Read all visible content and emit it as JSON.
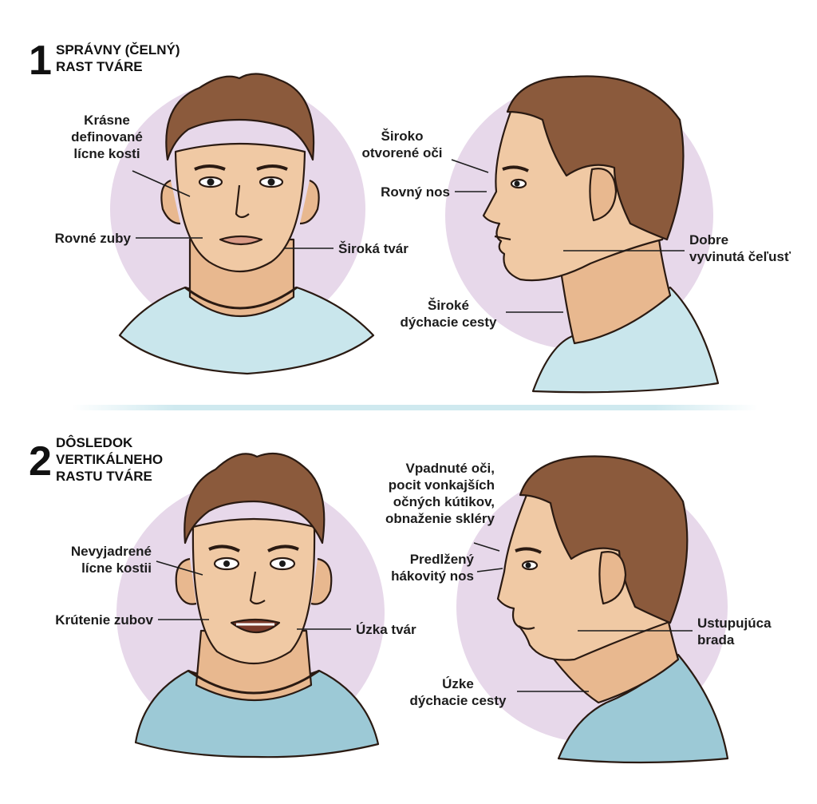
{
  "section1": {
    "number": "1",
    "heading": "SPRÁVNY (ČELNÝ)\nRAST TVÁRE",
    "front": {
      "cheekbones": "Krásne\ndefinované\nlícne kosti",
      "teeth": "Rovné zuby",
      "face": "Široká tvár"
    },
    "profile": {
      "eyes": "Široko\notvorené oči",
      "nose": "Rovný nos",
      "jaw": "Dobre\nvyvinutá čeľusť",
      "airway": "Široké\ndýchacie cesty"
    }
  },
  "section2": {
    "number": "2",
    "heading": "DÔSLEDOK\nVERTIKÁLNEHO\nRASTU TVÁRE",
    "front": {
      "cheekbones": "Nevyjadrené\nlícne kostii",
      "teeth": "Krútenie zubov",
      "face": "Úzka tvár"
    },
    "profile": {
      "eyes": "Vpadnuté oči,\npocit vonkajších\nočných kútikov,\nobnaženie skléry",
      "nose": "Predlžený\nhákovitý nos",
      "chin": "Ustupujúca\nbrada",
      "airway": "Úzke\ndýchacie cesty"
    }
  },
  "colors": {
    "circle": "#e7d8ea",
    "skin": "#f0c9a4",
    "hair": "#8b5a3c",
    "shirt": "#c9e6ec",
    "divider": "#cfe9ef"
  }
}
